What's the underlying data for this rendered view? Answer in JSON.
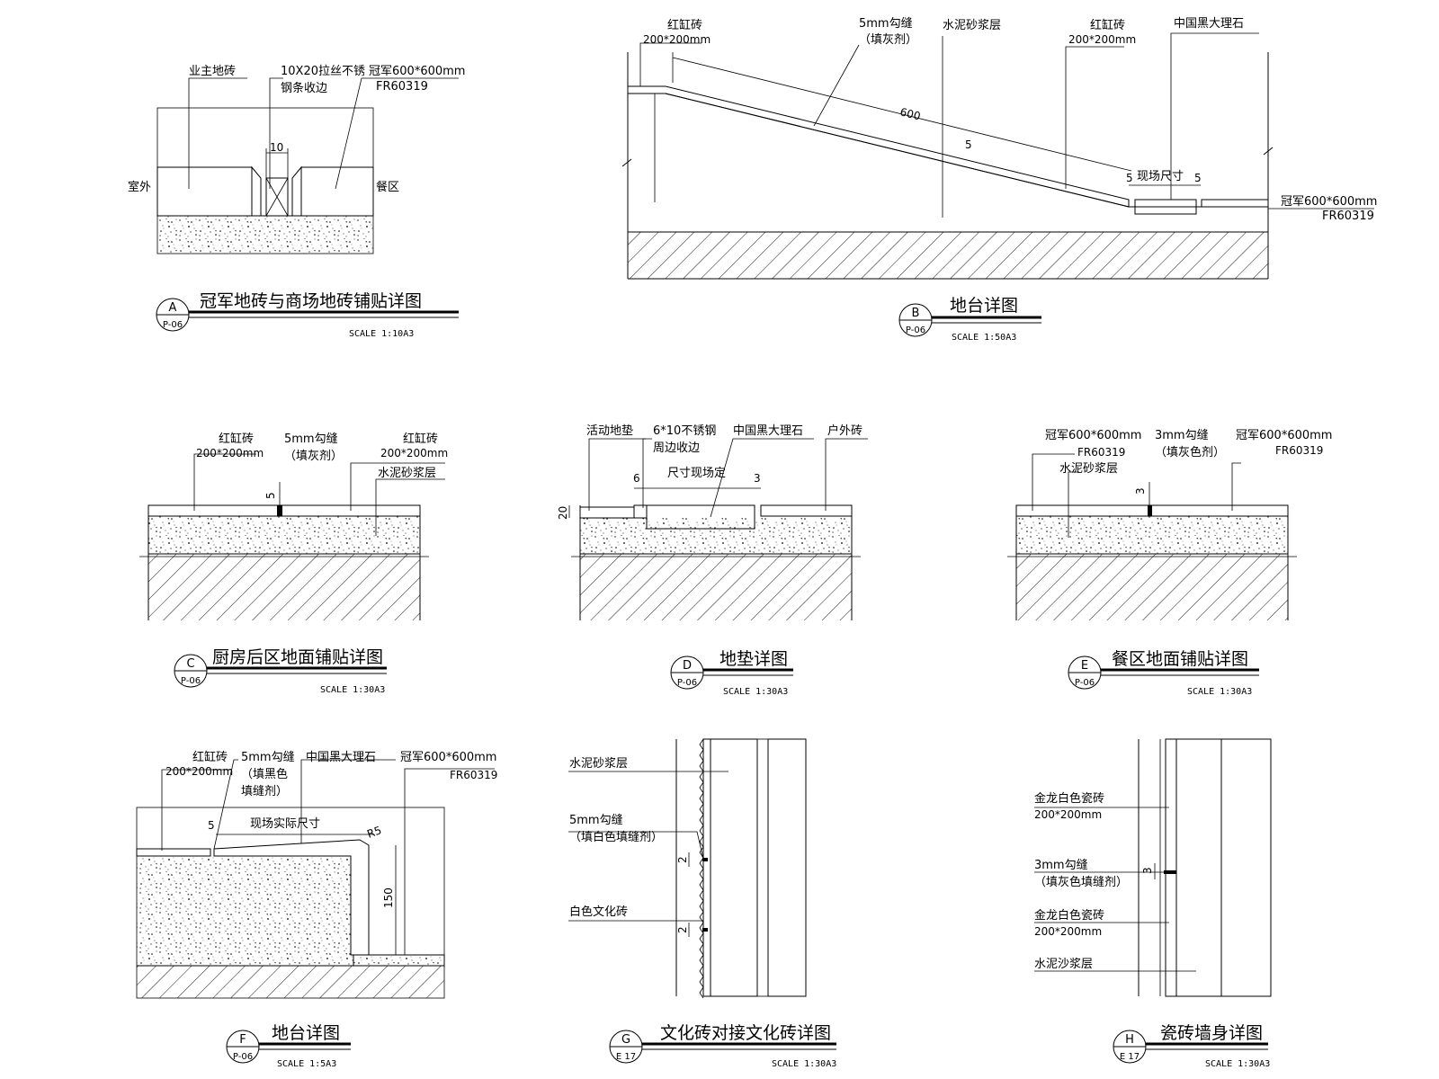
{
  "details": {
    "A": {
      "id": "A",
      "sheet": "P-06",
      "title": "冠军地砖与商场地砖铺贴详图",
      "scale": "SCALE 1:10A3",
      "labels": {
        "owner_tile": "业主地砖",
        "trim_1": "10X20拉丝不锈",
        "trim_2": "钢条收边",
        "tile": "冠军600*600mm",
        "tile_code": "FR60319",
        "outdoor": "室外",
        "dining": "餐区",
        "dim_10": "10"
      }
    },
    "B": {
      "id": "B",
      "sheet": "P-06",
      "title": "地台详图",
      "scale": "SCALE 1:50A3",
      "labels": {
        "red_tile_1a": "红缸砖",
        "red_tile_1b": "200*200mm",
        "joint_1": "5mm勾缝",
        "joint_2": "（填灰剂）",
        "mortar": "水泥砂浆层",
        "red_tile_2a": "红缸砖",
        "red_tile_2b": "200*200mm",
        "marble": "中国黑大理石",
        "dim_600": "600",
        "dim_5": "5",
        "site_dim": "现场尺寸",
        "dim_5a": "5",
        "dim_5b": "5",
        "tile": "冠军600*600mm",
        "tile_code": "FR60319"
      }
    },
    "C": {
      "id": "C",
      "sheet": "P-06",
      "title": "厨房后区地面铺贴详图",
      "scale": "SCALE 1:30A3",
      "labels": {
        "red_tile_1a": "红缸砖",
        "red_tile_1b": "200*200mm",
        "joint_1": "5mm勾缝",
        "joint_2": "（填灰剂）",
        "red_tile_2a": "红缸砖",
        "red_tile_2b": "200*200mm",
        "mortar": "水泥砂浆层",
        "dim_5": "5"
      }
    },
    "D": {
      "id": "D",
      "sheet": "P-06",
      "title": "地垫详图",
      "scale": "SCALE 1:30A3",
      "labels": {
        "mat": "活动地垫",
        "steel_1": "6*10不锈钢",
        "steel_2": "周边收边",
        "marble": "中国黑大理石",
        "outdoor_tile": "户外砖",
        "site_size": "尺寸现场定",
        "dim_6": "6",
        "dim_3": "3",
        "dim_20": "20"
      }
    },
    "E": {
      "id": "E",
      "sheet": "P-06",
      "title": "餐区地面铺贴详图",
      "scale": "SCALE 1:30A3",
      "labels": {
        "tile_1": "冠军600*600mm",
        "tile_1_code": "FR60319",
        "joint_1": "3mm勾缝",
        "joint_2": "（填灰色剂）",
        "tile_2": "冠军600*600mm",
        "tile_2_code": "FR60319",
        "mortar": "水泥砂浆层",
        "dim_3": "3"
      }
    },
    "F": {
      "id": "F",
      "sheet": "P-06",
      "title": "地台详图",
      "scale": "SCALE 1:5A3",
      "labels": {
        "red_tile_a": "红缸砖",
        "red_tile_b": "200*200mm",
        "joint_1": "5mm勾缝",
        "joint_2": "（填黑色",
        "joint_3": "填缝剂）",
        "marble": "中国黑大理石",
        "tile": "冠军600*600mm",
        "tile_code": "FR60319",
        "actual": "现场实际尺寸",
        "dim_5": "5",
        "dim_r5": "R5",
        "dim_150": "150"
      }
    },
    "G": {
      "id": "G",
      "sheet": "E 17",
      "title": "文化砖对接文化砖详图",
      "scale": "SCALE 1:30A3",
      "labels": {
        "mortar": "水泥砂浆层",
        "joint_1": "5mm勾缝",
        "joint_2": "（填白色填缝剂）",
        "culture_brick": "白色文化砖",
        "dim_2a": "2",
        "dim_2b": "2"
      }
    },
    "H": {
      "id": "H",
      "sheet": "E 17",
      "title": "瓷砖墙身详图",
      "scale": "SCALE 1:30A3",
      "labels": {
        "tile_1a": "金龙白色瓷砖",
        "tile_1b": "200*200mm",
        "joint_1": "3mm勾缝",
        "joint_2": "（填灰色填缝剂）",
        "tile_2a": "金龙白色瓷砖",
        "tile_2b": "200*200mm",
        "mortar": "水泥沙浆层",
        "dim_3": "3"
      }
    }
  }
}
